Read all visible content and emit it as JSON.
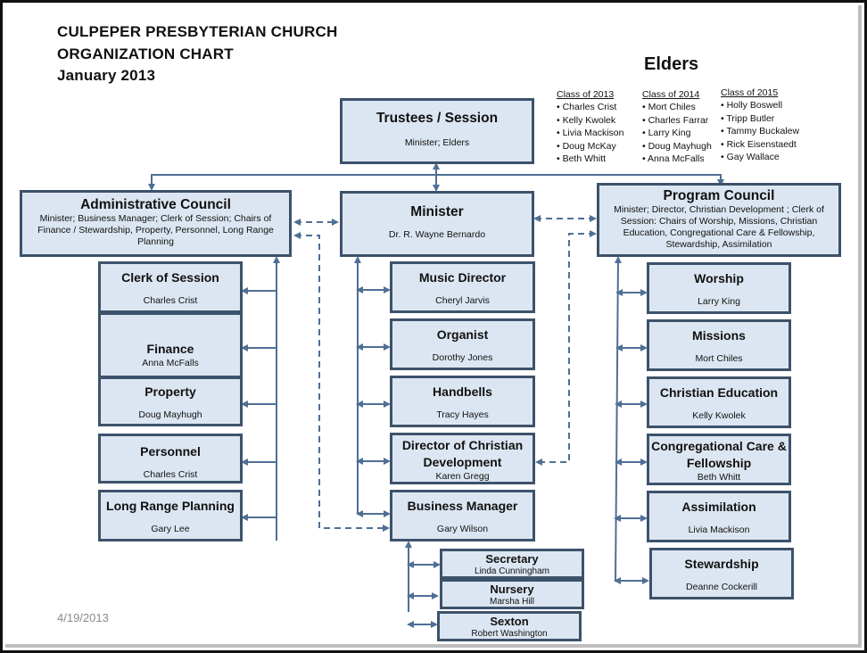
{
  "header": {
    "line1": "CULPEPER PRESBYTERIAN CHURCH",
    "line2": "ORGANIZATION CHART",
    "line3": "January  2013"
  },
  "elders": {
    "title": "Elders",
    "classes": [
      {
        "label": "Class of 2013",
        "members": [
          "Charles Crist",
          "Kelly Kwolek",
          "Livia Mackison",
          "Doug McKay",
          "Beth Whitt"
        ]
      },
      {
        "label": "Class of 2014",
        "members": [
          "Mort Chiles",
          "Charles Farrar",
          "Larry King",
          "Doug Mayhugh",
          "Anna McFalls"
        ]
      },
      {
        "label": "Class of 2015",
        "members": [
          "Holly Boswell",
          "Tripp Butler",
          "Tammy Buckalew",
          "Rick Eisenstaedt",
          "Gay Wallace"
        ]
      }
    ]
  },
  "top": {
    "trustees": {
      "title": "Trustees / Session",
      "sub": "Minister; Elders"
    },
    "admin": {
      "title": "Administrative Council",
      "sub": "Minister; Business Manager; Clerk of Session; Chairs of Finance / Stewardship, Property, Personnel, Long Range Planning"
    },
    "minister": {
      "title": "Minister",
      "sub": "Dr. R. Wayne Bernardo"
    },
    "program": {
      "title": "Program Council",
      "sub": "Minister; Director, Christian Development ; Clerk of Session: Chairs of Worship, Missions, Christian Education, Congregational Care & Fellowship, Stewardship,  Assimilation"
    }
  },
  "admin_units": [
    {
      "title": "Clerk of Session",
      "person": "Charles Crist"
    },
    {
      "title": "Finance",
      "person": "Anna McFalls"
    },
    {
      "title": "Property",
      "person": "Doug Mayhugh"
    },
    {
      "title": "Personnel",
      "person": "Charles Crist"
    },
    {
      "title": "Long Range Planning",
      "person": "Gary Lee"
    }
  ],
  "staff_units": [
    {
      "title": "Music Director",
      "person": "Cheryl Jarvis"
    },
    {
      "title": "Organist",
      "person": "Dorothy Jones"
    },
    {
      "title": "Handbells",
      "person": "Tracy Hayes"
    },
    {
      "title": "Director of Christian Development",
      "person": "Karen Gregg"
    },
    {
      "title": "Business Manager",
      "person": "Gary Wilson"
    }
  ],
  "support_units": [
    {
      "title": "Secretary",
      "person": "Linda Cunningham"
    },
    {
      "title": "Nursery",
      "person": "Marsha Hill"
    },
    {
      "title": "Sexton",
      "person": "Robert Washington"
    }
  ],
  "program_units": [
    {
      "title": "Worship",
      "person": "Larry King"
    },
    {
      "title": "Missions",
      "person": "Mort Chiles"
    },
    {
      "title": "Christian Education",
      "person": "Kelly Kwolek"
    },
    {
      "title": "Congregational Care & Fellowship",
      "person": "Beth Whitt"
    },
    {
      "title": "Assimilation",
      "person": "Livia Mackison"
    },
    {
      "title": "Stewardship",
      "person": "Deanne Cockerill"
    }
  ],
  "footer": {
    "date": "4/19/2013"
  },
  "colors": {
    "box_fill": "#dce6f2",
    "box_border": "#3d526b",
    "connector": "#4f6f95"
  }
}
